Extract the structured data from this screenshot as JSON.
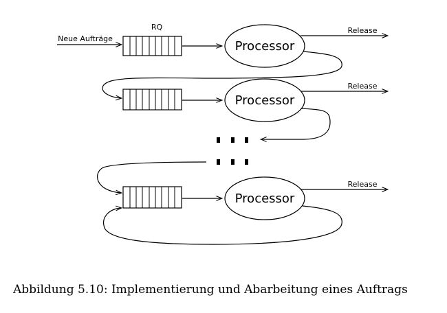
{
  "labels": {
    "input": "Neue Aufträge",
    "queue": "RQ",
    "processor": "Processor",
    "release": "Release"
  },
  "caption": "Abbildung 5.10: Implementierung und Abarbeitung eines Auftrags"
}
